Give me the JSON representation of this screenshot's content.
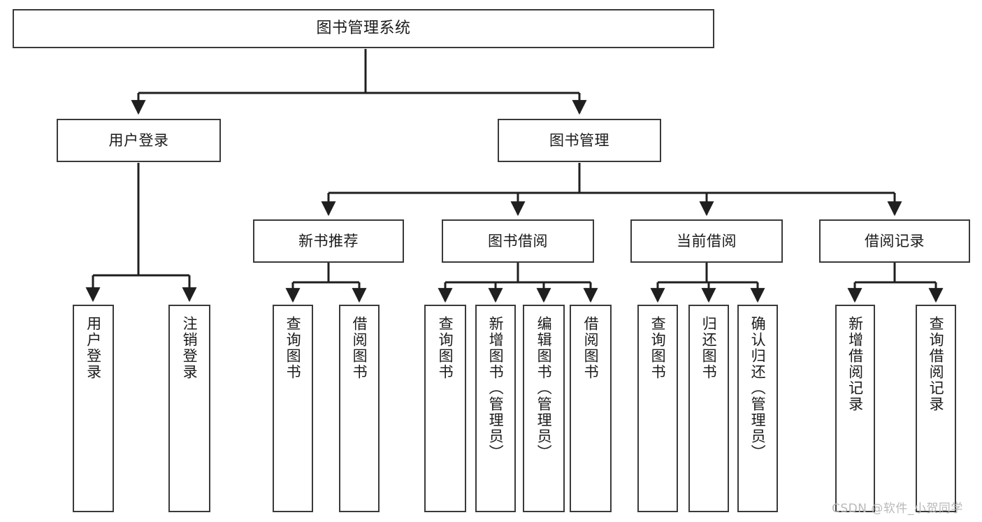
{
  "diagram": {
    "title": "图书管理系统",
    "watermark": "CSDN @软件_小贺同学",
    "type": "tree-hierarchy-diagram",
    "colors": {
      "box_border": "#3a3a3a",
      "box_fill": "#ffffff",
      "connector": "#1f1f1f",
      "background": "#ffffff",
      "watermark": "#b9b9b9"
    },
    "root": {
      "label": "图书管理系统"
    },
    "level1": [
      {
        "label": "用户登录"
      },
      {
        "label": "图书管理"
      }
    ],
    "level2": [
      {
        "label": "新书推荐"
      },
      {
        "label": "图书借阅"
      },
      {
        "label": "当前借阅"
      },
      {
        "label": "借阅记录"
      }
    ],
    "leaves": {
      "user_login": [
        {
          "label": "用户登录"
        },
        {
          "label": "注销登录"
        }
      ],
      "new_book_recommend": [
        {
          "label": "查询图书"
        },
        {
          "label": "借阅图书"
        }
      ],
      "book_borrow": [
        {
          "label": "查询图书"
        },
        {
          "label": "新增图书（管理员）"
        },
        {
          "label": "编辑图书（管理员）"
        },
        {
          "label": "借阅图书"
        }
      ],
      "current_borrow": [
        {
          "label": "查询图书"
        },
        {
          "label": "归还图书"
        },
        {
          "label": "确认归还（管理员）"
        }
      ],
      "borrow_records": [
        {
          "label": "新增借阅记录"
        },
        {
          "label": "查询借阅记录"
        }
      ]
    }
  }
}
